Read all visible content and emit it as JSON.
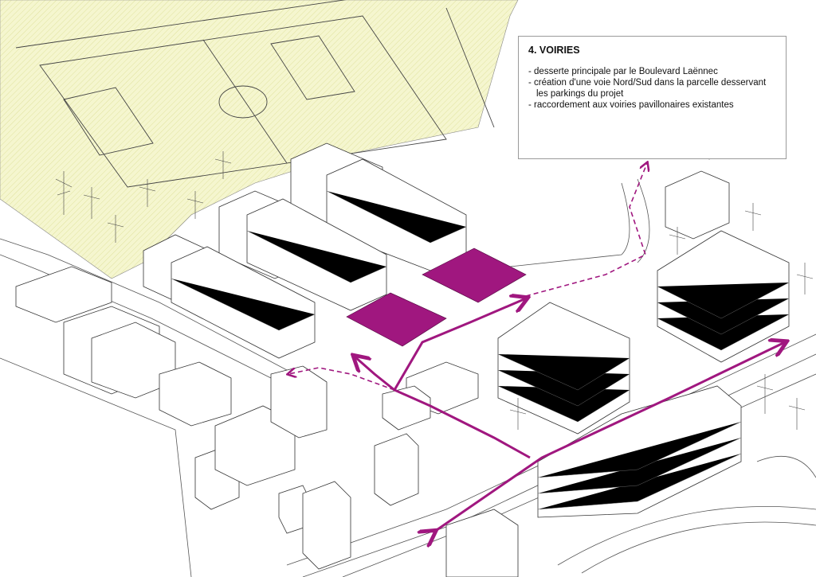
{
  "legend": {
    "title": "4. VOIRIES",
    "items": [
      "desserte principale par le Boulevard Laënnec",
      "création d'une voie Nord/Sud dans la parcelle desservant les parkings du projet",
      "raccordement aux voiries pavillonaires existantes"
    ]
  },
  "colors": {
    "accent": "#a0177f",
    "field": "#f3f4c8",
    "line": "#333333"
  }
}
